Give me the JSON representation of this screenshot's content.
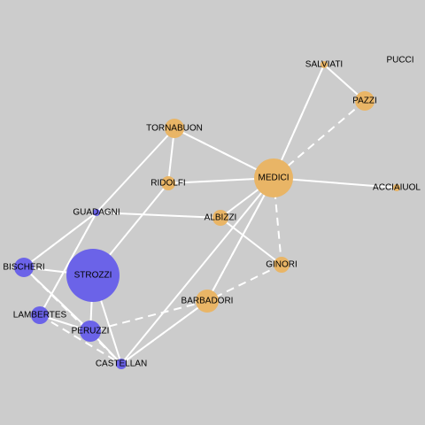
{
  "colors": {
    "background": "#cccccc",
    "group_a": "#e9b566",
    "group_b": "#6b63e8",
    "edge": "#ffffff"
  },
  "nodes": [
    {
      "id": "SALVIATI",
      "label": "SALVIATI",
      "group": "group_a"
    },
    {
      "id": "PUCCI",
      "label": "PUCCI",
      "group": "group_a"
    },
    {
      "id": "PAZZI",
      "label": "PAZZI",
      "group": "group_a"
    },
    {
      "id": "TORNABUON",
      "label": "TORNABUON",
      "group": "group_a"
    },
    {
      "id": "MEDICI",
      "label": "MEDICI",
      "group": "group_a"
    },
    {
      "id": "RIDOLFI",
      "label": "RIDOLFI",
      "group": "group_a"
    },
    {
      "id": "ACCIAIUOL",
      "label": "ACCIAIUOL",
      "group": "group_a"
    },
    {
      "id": "GUADAGNI",
      "label": "GUADAGNI",
      "group": "group_b"
    },
    {
      "id": "ALBIZZI",
      "label": "ALBIZZI",
      "group": "group_a"
    },
    {
      "id": "BISCHERI",
      "label": "BISCHERI",
      "group": "group_b"
    },
    {
      "id": "STROZZI",
      "label": "STROZZI",
      "group": "group_b"
    },
    {
      "id": "GINORI",
      "label": "GINORI",
      "group": "group_a"
    },
    {
      "id": "BARBADORI",
      "label": "BARBADORI",
      "group": "group_a"
    },
    {
      "id": "LAMBERTES",
      "label": "LAMBERTES",
      "group": "group_b"
    },
    {
      "id": "PERUZZI",
      "label": "PERUZZI",
      "group": "group_b"
    },
    {
      "id": "CASTELLAN",
      "label": "CASTELLAN",
      "group": "group_b"
    }
  ],
  "edges": [
    {
      "source": "SALVIATI",
      "target": "MEDICI",
      "style": "solid"
    },
    {
      "source": "SALVIATI",
      "target": "PAZZI",
      "style": "solid"
    },
    {
      "source": "SALVIATI",
      "target": "MEDICI",
      "style": "dashed"
    },
    {
      "source": "PAZZI",
      "target": "MEDICI",
      "style": "dashed"
    },
    {
      "source": "TORNABUON",
      "target": "MEDICI",
      "style": "solid"
    },
    {
      "source": "TORNABUON",
      "target": "MEDICI",
      "style": "dashed"
    },
    {
      "source": "TORNABUON",
      "target": "RIDOLFI",
      "style": "solid"
    },
    {
      "source": "TORNABUON",
      "target": "GUADAGNI",
      "style": "solid"
    },
    {
      "source": "RIDOLFI",
      "target": "MEDICI",
      "style": "solid"
    },
    {
      "source": "RIDOLFI",
      "target": "STROZZI",
      "style": "solid"
    },
    {
      "source": "MEDICI",
      "target": "ACCIAIUOL",
      "style": "solid"
    },
    {
      "source": "MEDICI",
      "target": "ALBIZZI",
      "style": "solid"
    },
    {
      "source": "MEDICI",
      "target": "BARBADORI",
      "style": "solid"
    },
    {
      "source": "MEDICI",
      "target": "GINORI",
      "style": "dashed"
    },
    {
      "source": "MEDICI",
      "target": "BARBADORI",
      "style": "dashed"
    },
    {
      "source": "MEDICI",
      "target": "CASTELLAN",
      "style": "solid"
    },
    {
      "source": "GUADAGNI",
      "target": "ALBIZZI",
      "style": "solid"
    },
    {
      "source": "GUADAGNI",
      "target": "BISCHERI",
      "style": "solid"
    },
    {
      "source": "GUADAGNI",
      "target": "BISCHERI",
      "style": "dashed"
    },
    {
      "source": "GUADAGNI",
      "target": "LAMBERTES",
      "style": "solid"
    },
    {
      "source": "GUADAGNI",
      "target": "LAMBERTES",
      "style": "dashed"
    },
    {
      "source": "ALBIZZI",
      "target": "GINORI",
      "style": "solid"
    },
    {
      "source": "BISCHERI",
      "target": "STROZZI",
      "style": "solid"
    },
    {
      "source": "BISCHERI",
      "target": "PERUZZI",
      "style": "solid"
    },
    {
      "source": "BISCHERI",
      "target": "CASTELLAN",
      "style": "dashed"
    },
    {
      "source": "STROZZI",
      "target": "PERUZZI",
      "style": "solid"
    },
    {
      "source": "STROZZI",
      "target": "CASTELLAN",
      "style": "solid"
    },
    {
      "source": "GINORI",
      "target": "BARBADORI",
      "style": "dashed"
    },
    {
      "source": "BARBADORI",
      "target": "PERUZZI",
      "style": "dashed"
    },
    {
      "source": "BARBADORI",
      "target": "CASTELLAN",
      "style": "solid"
    },
    {
      "source": "BARBADORI",
      "target": "CASTELLAN",
      "style": "dashed"
    },
    {
      "source": "LAMBERTES",
      "target": "PERUZZI",
      "style": "solid"
    },
    {
      "source": "LAMBERTES",
      "target": "CASTELLAN",
      "style": "dashed"
    },
    {
      "source": "PERUZZI",
      "target": "CASTELLAN",
      "style": "solid"
    }
  ]
}
